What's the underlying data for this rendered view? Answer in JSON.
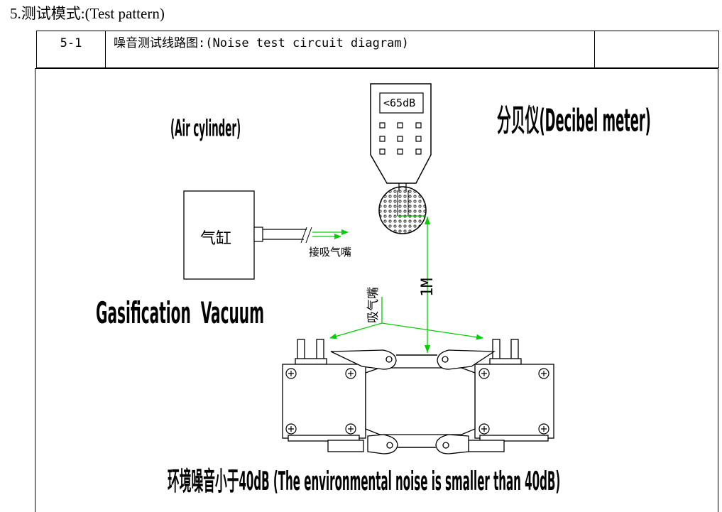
{
  "section": {
    "title": "5.测试模式:(Test pattern)"
  },
  "table": {
    "id": "5-1",
    "title": "噪音测试线路图:(Noise test circuit diagram)"
  },
  "diagram": {
    "meter_display": "<65dB",
    "meter_label": "分贝仪(Decibel meter)",
    "cylinder_label": "(Air cylinder)",
    "cylinder_box_text": "气缸",
    "nozzle_label": "接吸气嘴",
    "suction_label": "吸气嘴",
    "distance_label": "1M",
    "mode_label": "Gasification  Vacuum",
    "noise_note": "环境噪音小于40dB (The environmental noise is smaller than 40dB)",
    "colors": {
      "guide_line": "#00d000",
      "outline": "#000000"
    }
  }
}
